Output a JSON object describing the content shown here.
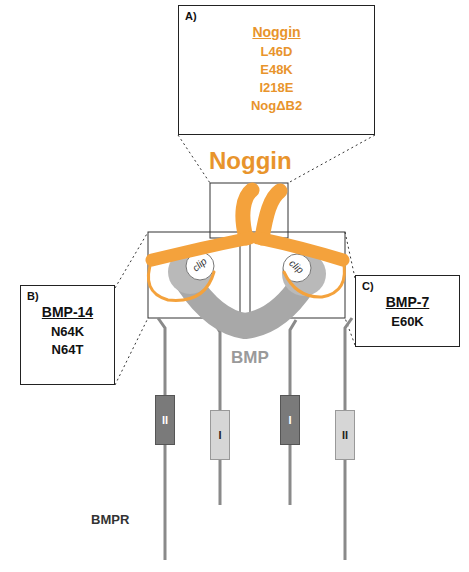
{
  "diagram": {
    "nodes": [
      {
        "text": [
          "A)",
          "Noggin",
          "L46D",
          "E48K",
          "I218E",
          "NogΔB2"
        ]
      },
      {
        "text": [
          "B)",
          "BMP-14",
          "N64K",
          "N64T"
        ]
      },
      {
        "text": [
          "C)",
          "BMP-7",
          "E60K"
        ]
      },
      {
        "text": [
          "II"
        ]
      },
      {
        "text": [
          "I"
        ]
      },
      {
        "text": [
          "I"
        ]
      },
      {
        "text": [
          "II"
        ]
      }
    ],
    "labels": [
      "Noggin",
      "clip",
      "clip",
      "BMP",
      "BMPR"
    ]
  }
}
